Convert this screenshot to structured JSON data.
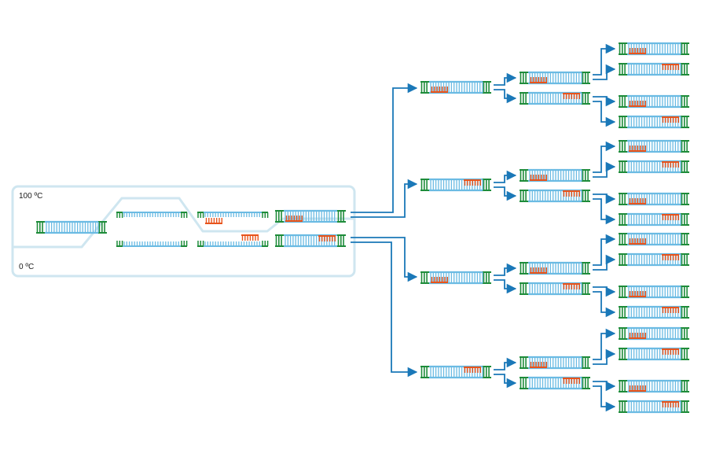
{
  "labels": {
    "high_temp": "100 ºC",
    "low_temp": "0 ºC"
  },
  "colors": {
    "panel_border": "#cfe6f0",
    "temperature_line": "#cfe6f0",
    "strand_blue": "#6bbbe3",
    "strand_green": "#1e8c3a",
    "primer_orange": "#e8541c",
    "arrow_blue": "#1a78b8"
  },
  "cycle": {
    "stages": [
      "double-strand",
      "denaturation",
      "annealing",
      "extension"
    ],
    "amplification_generations": 3
  }
}
